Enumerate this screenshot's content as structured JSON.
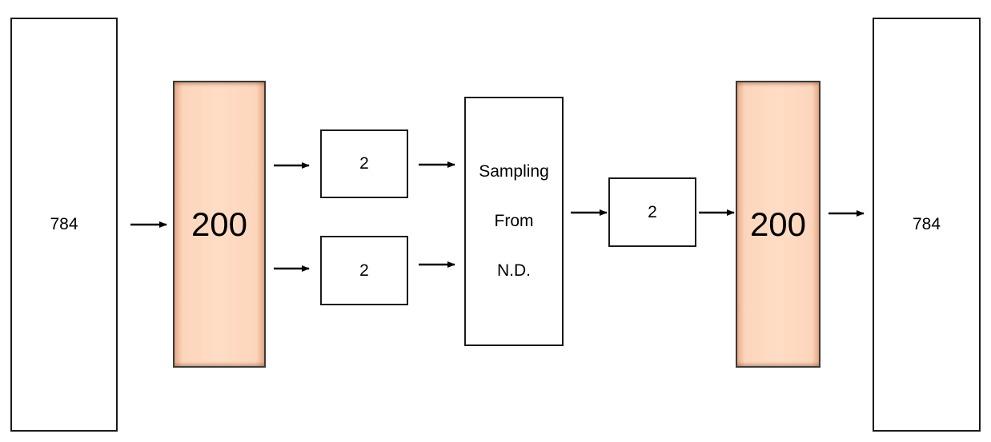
{
  "diagram": {
    "input_layer": {
      "label": "784"
    },
    "encoder_hidden": {
      "label": "200"
    },
    "mean_latent": {
      "label": "2"
    },
    "logvar_latent": {
      "label": "2"
    },
    "sampling": {
      "lines": [
        "Sampling",
        "From",
        "N.D."
      ]
    },
    "sampled_latent": {
      "label": "2"
    },
    "decoder_hidden": {
      "label": "200"
    },
    "output_layer": {
      "label": "784"
    }
  },
  "colors": {
    "hidden_fill": "#ffdcc4",
    "hidden_edge": "#e8a987",
    "border": "#1a1a1a",
    "arrow": "#000000"
  }
}
